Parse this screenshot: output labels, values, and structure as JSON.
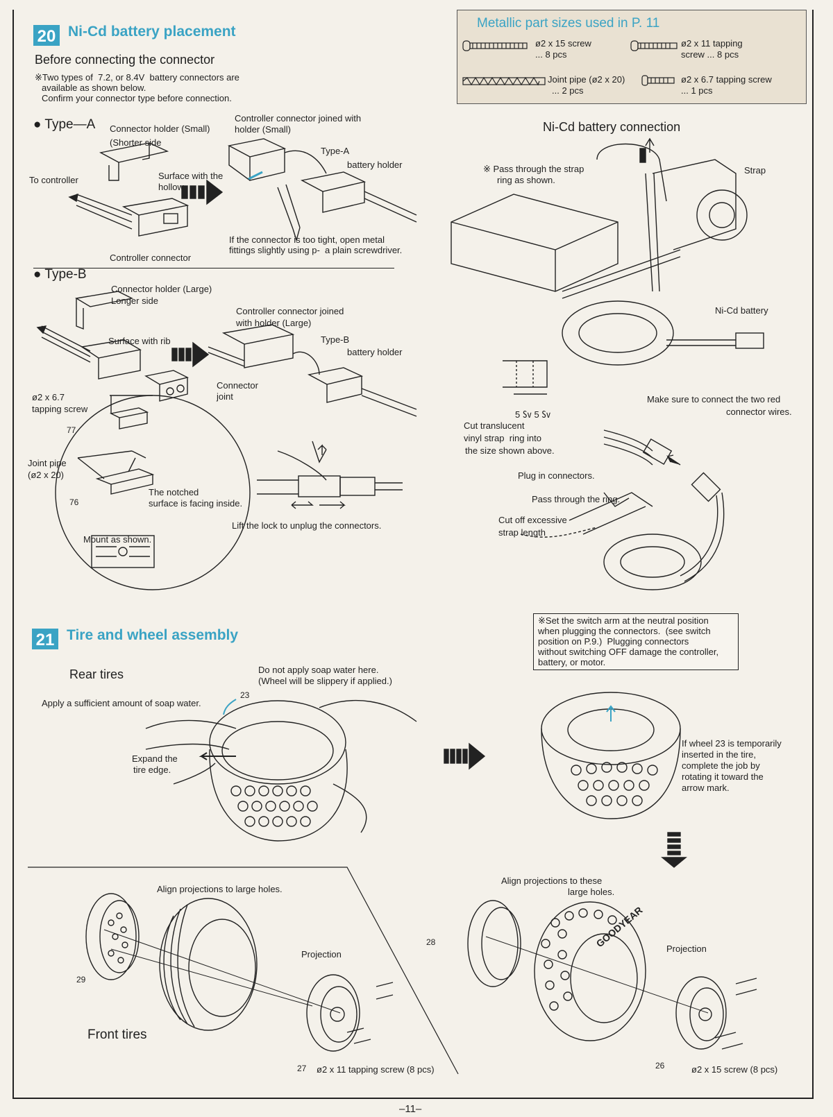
{
  "section20": {
    "number": "20",
    "title": "Ni-Cd battery placement",
    "subtitle": "Before connecting the connector",
    "intro_l1": "※Two types of  7.2, or 8.4V  battery connectors are",
    "intro_l2": "available as shown below.",
    "intro_l3": "Confirm your connector type before connection.",
    "typeA": {
      "label": "● Type—A",
      "holder_small": "Connector holder (Small)",
      "shorter_side": "(Shorter side",
      "joined_l1": "Controller connector joined with",
      "joined_l2": "holder (Small)",
      "to_controller": "To controller",
      "surface_hollow_l1": "Surface with the",
      "surface_hollow_l2": "hollow",
      "battery_holder_l1": "Type-A",
      "battery_holder_l2": "battery holder",
      "too_tight_l1": "If the connector is too tight, open metal",
      "too_tight_l2": "fittings slightly using p-  a plain screwdriver.",
      "controller_connector": "Controller connector"
    },
    "typeB": {
      "label": "● Type-B",
      "holder_large": "Connector holder (Large)",
      "longer_side": "Longer side",
      "joined_l1": "Controller connector joined",
      "joined_l2": "with holder (Large)",
      "surface_rib": "Surface with rib",
      "battery_holder_l1": "Type-B",
      "battery_holder_l2": "battery holder",
      "connector_joint_l1": "Connector",
      "connector_joint_l2": "joint",
      "screw_l1": "ø2 x 6.7",
      "screw_l2": "tapping screw",
      "part77": "77",
      "part76": "76",
      "joint_pipe_l1": "Joint pipe",
      "joint_pipe_l2": "(ø2 x 20)",
      "notched_l1": "The notched",
      "notched_l2": "surface is facing inside.",
      "mount": "Mount as shown.",
      "lift_lock": "Lift the lock to unplug the connectors."
    }
  },
  "metallic": {
    "title": "Metallic part sizes used in P. 11",
    "items": [
      {
        "l1": "ø2 x 15 screw",
        "l2": "... 8 pcs"
      },
      {
        "l1": "ø2 x 11 tapping",
        "l2": "screw ... 8 pcs"
      },
      {
        "l1": "Joint pipe (ø2 x 20)",
        "l2": "... 2 pcs"
      },
      {
        "l1": "ø2 x 6.7 tapping screw",
        "l2": "... 1 pcs"
      }
    ]
  },
  "battery_conn": {
    "title": "Ni-Cd battery connection",
    "pass_strap_l1": "※ Pass through the strap",
    "pass_strap_l2": "ring as shown.",
    "strap": "Strap",
    "nicd_battery": "Ni-Cd battery",
    "dim": "5 ㏜ 5 ㏜",
    "cut_l1": "Cut translucent",
    "cut_l2": "vinyl strap  ring into",
    "cut_l3": "the size shown above.",
    "make_sure_l1": "Make sure to connect the two red",
    "make_sure_l2": "connector wires.",
    "plug_in": "Plug in connectors.",
    "pass_ring": "Pass through the ring.",
    "cut_off_l1": "Cut off excessive",
    "cut_off_l2": "strap length",
    "note_l1": "※Set the switch arm at the neutral position",
    "note_l2": "when plugging the connectors.  (see switch",
    "note_l3": "position on P.9.)  Plugging connectors",
    "note_l4": "without switching OFF damage the controller,",
    "note_l5": "battery, or motor."
  },
  "section21": {
    "number": "21",
    "title": "Tire and wheel assembly",
    "rear_tires": "Rear tires",
    "no_soap_l1": "Do not apply soap water here.",
    "no_soap_l2": "(Wheel will be slippery if applied.)",
    "part23": "23",
    "apply_soap": "Apply a sufficient amount of soap water.",
    "expand_l1": "Expand the",
    "expand_l2": "tire edge.",
    "if_wheel_l1": "If wheel 23 is temporarily",
    "if_wheel_l2": "inserted in the tire,",
    "if_wheel_l3": "complete the job by",
    "if_wheel_l4": "rotating it toward the",
    "if_wheel_l5": "arrow mark.",
    "front_align": "Align projections to large holes.",
    "part29": "29",
    "projection": "Projection",
    "front_tires": "Front tires",
    "part27": "27",
    "front_screw": "ø2 x 11 tapping screw (8 pcs)",
    "rear_align_l1": "Align projections to these",
    "rear_align_l2": "large holes.",
    "part28": "28",
    "rear_projection": "Projection",
    "part26": "26",
    "rear_screw": "ø2 x 15 screw (8 pcs)",
    "tire_brand": "GOODYEAR"
  },
  "footer": {
    "page": "–11–"
  }
}
